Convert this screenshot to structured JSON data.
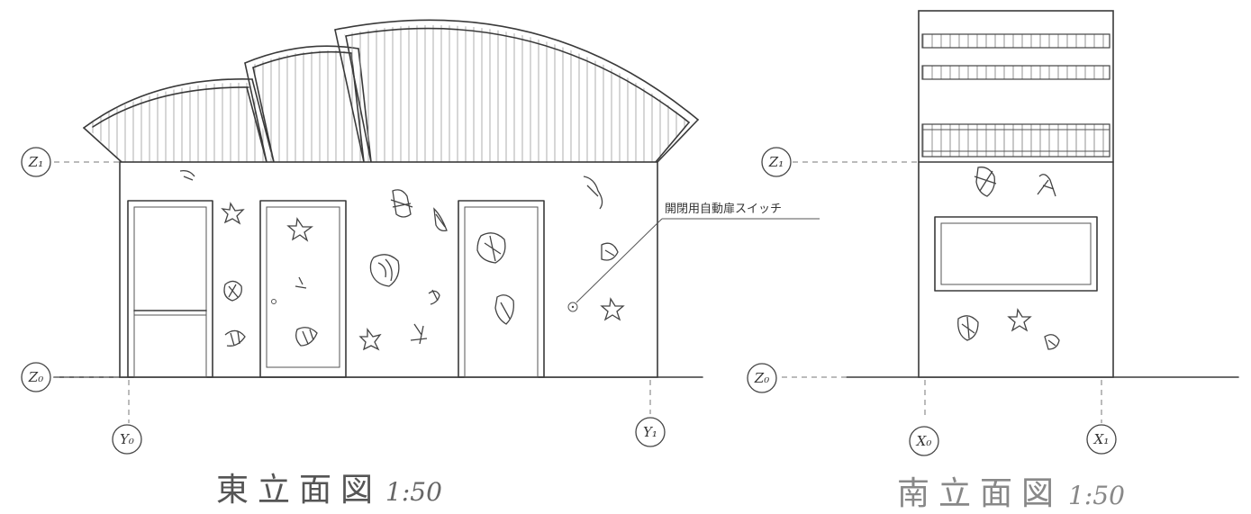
{
  "east_elevation": {
    "title": "東立面図",
    "scale": "1:50",
    "switch_note": "開閉用自動扉スイッチ",
    "grid_labels": {
      "z1": "Z₁",
      "z0": "Z₀",
      "y0": "Y₀",
      "y1": "Y₁"
    }
  },
  "south_elevation": {
    "title": "南立面図",
    "scale": "1:50",
    "grid_labels": {
      "z1": "Z₁",
      "z0": "Z₀",
      "x0": "X₀",
      "x1": "X₁"
    }
  }
}
